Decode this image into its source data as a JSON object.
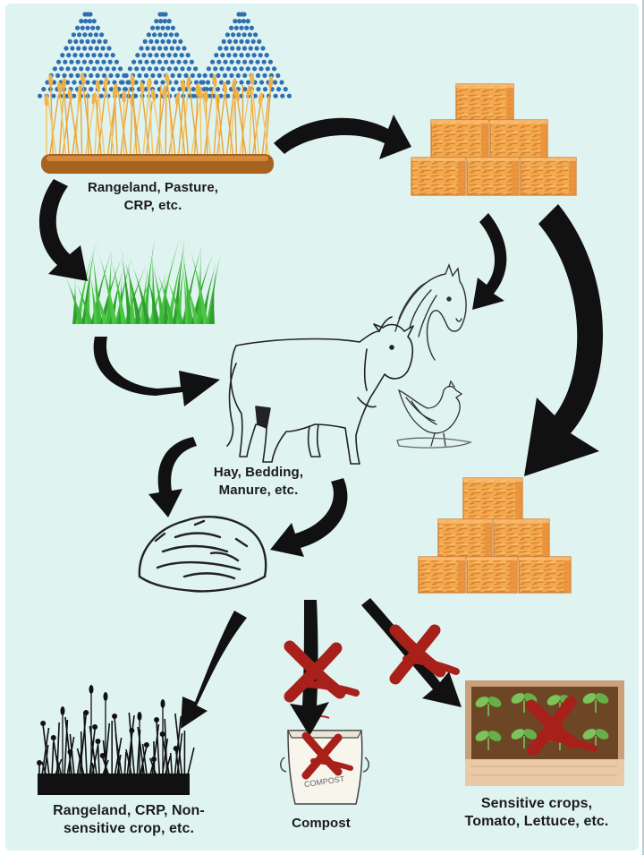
{
  "labels": {
    "source": {
      "line1": "Rangeland, Pasture,",
      "line2": "CRP, etc."
    },
    "animal_products": {
      "line1": "Hay, Bedding,",
      "line2": "Manure, etc."
    },
    "safe_destination": {
      "line1": "Rangeland, CRP, Non-",
      "line2": "sensitive crop, etc."
    },
    "compost": {
      "line1": "Compost"
    },
    "sensitive_crops": {
      "line1": "Sensitive crops,",
      "line2": "Tomato, Lettuce, etc."
    },
    "compost_bag_text": "COMPOST"
  },
  "colors": {
    "background": "#dff3f1",
    "arrow": "#111111",
    "cross": "#a8201a",
    "hay": "#f0a04a",
    "grass": "#3db83a",
    "spray": "#2f6fb0"
  },
  "icons": [
    "herbicide-spray-icon",
    "wheat-field-icon",
    "hay-bales-icon",
    "grass-icon",
    "cow-icon",
    "horse-icon",
    "chicken-icon",
    "manure-pile-icon",
    "wild-plants-icon",
    "compost-bag-icon",
    "vegetable-bed-icon",
    "cross-mark-icon"
  ]
}
